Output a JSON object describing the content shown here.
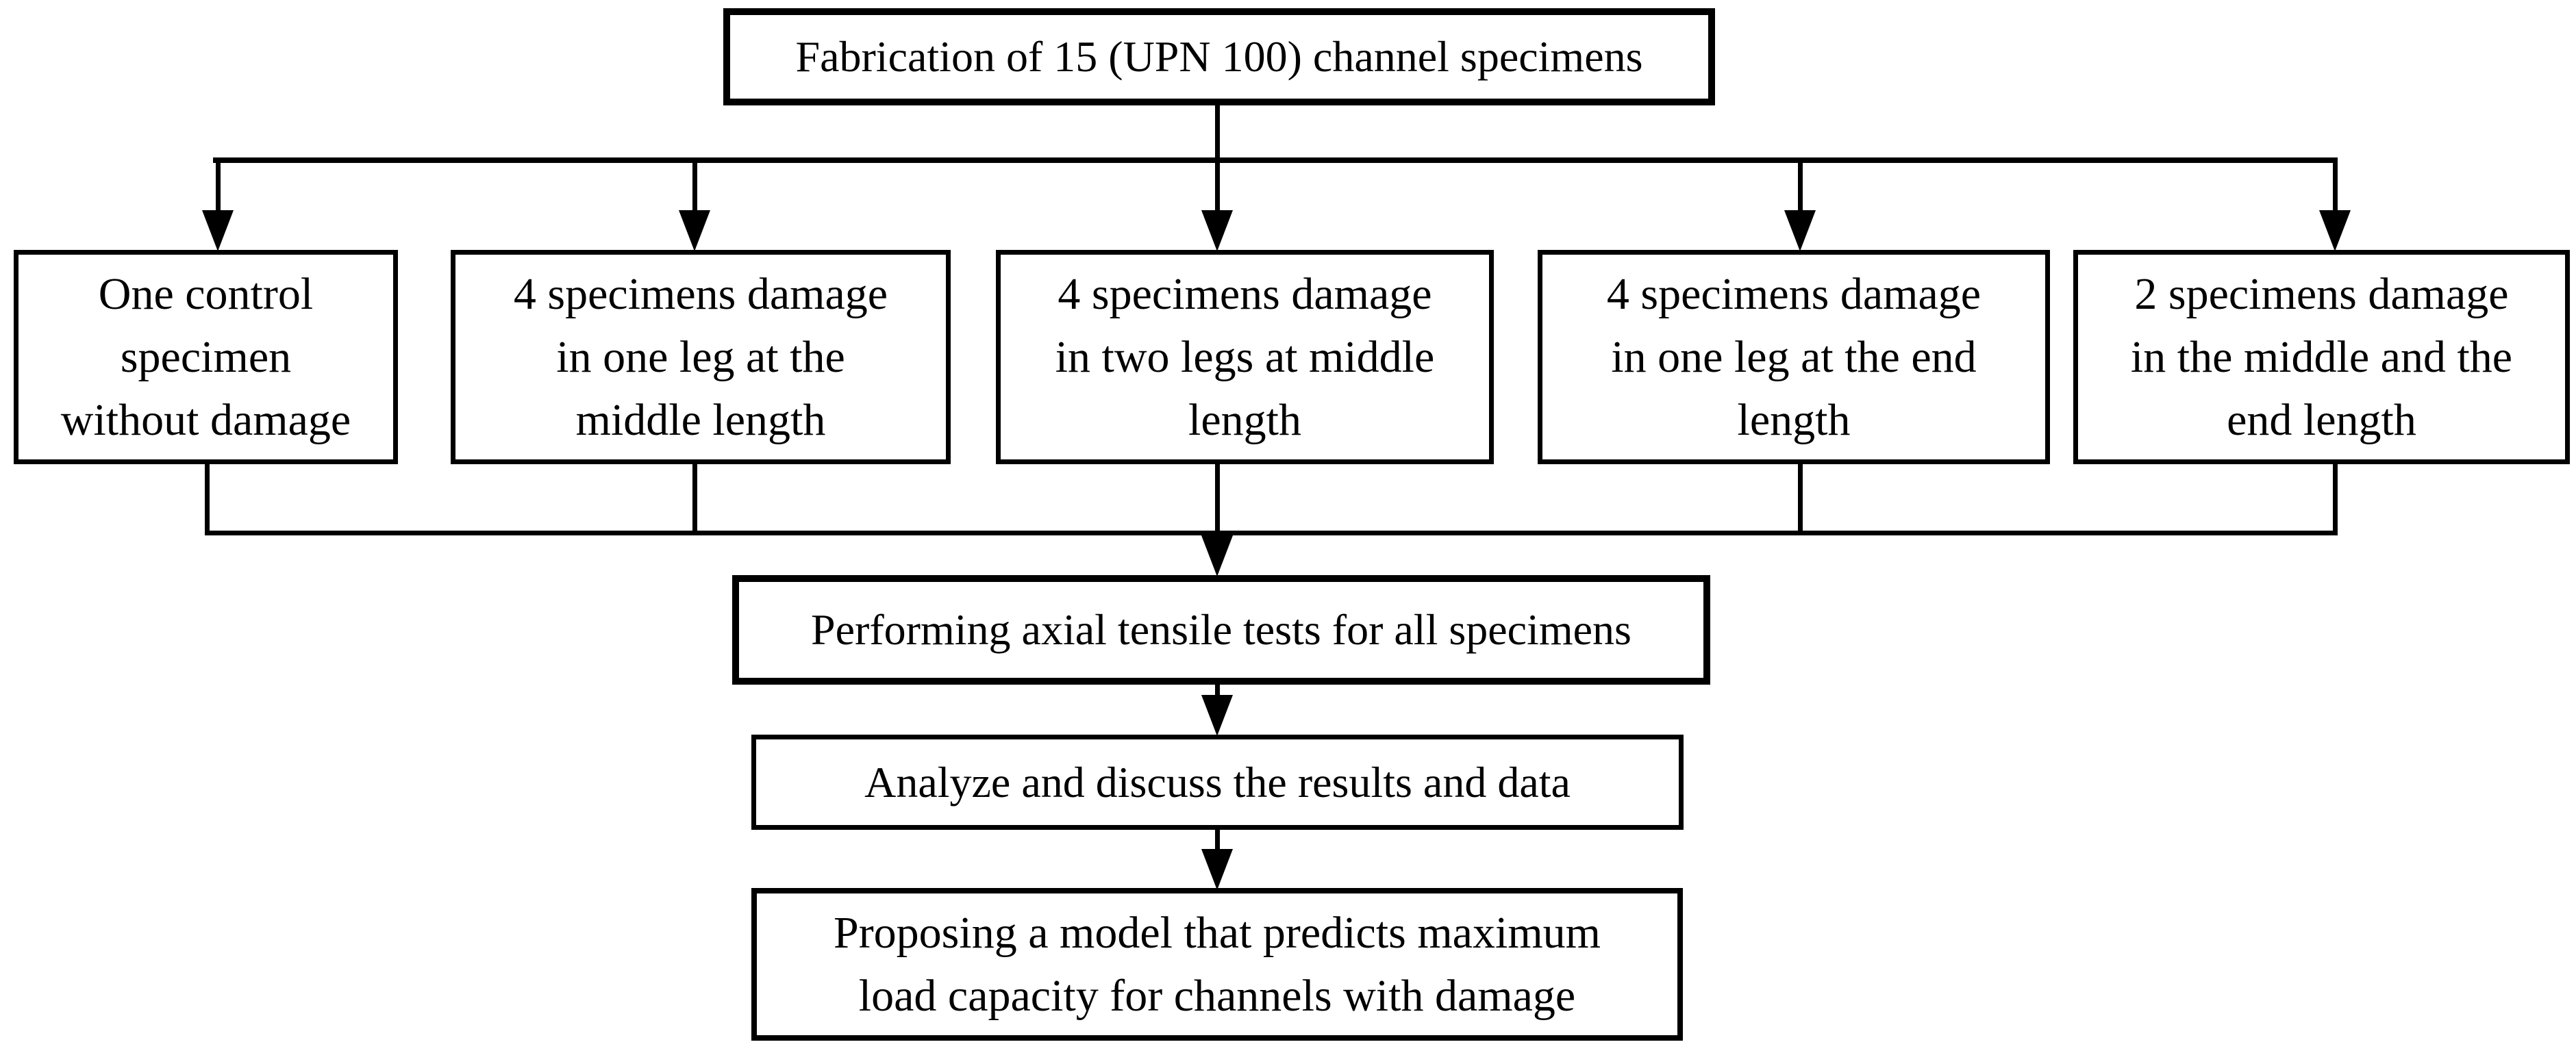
{
  "figure": {
    "type": "flowchart",
    "description": "Experimental program flowchart for damaged channel specimens",
    "colors": {
      "background": "#ffffff",
      "line": "#000000",
      "text": "#000000"
    }
  },
  "nodes": {
    "fabrication": {
      "lines": [
        "Fabrication of 15 (UPN 100) channel specimens"
      ]
    },
    "control": {
      "lines": [
        "One control",
        "specimen",
        "without damage"
      ]
    },
    "damage_one_leg_middle": {
      "lines": [
        "4 specimens damage",
        "in one leg at the",
        "middle length"
      ]
    },
    "damage_two_legs_middle": {
      "lines": [
        "4 specimens damage",
        "in two legs at middle",
        "length"
      ]
    },
    "damage_one_leg_end": {
      "lines": [
        "4 specimens damage",
        "in one leg at the end",
        "length"
      ]
    },
    "damage_middle_end": {
      "lines": [
        "2 specimens damage",
        "in the middle and the",
        "end length"
      ]
    },
    "performing_tests": {
      "lines": [
        "Performing axial tensile tests for all specimens"
      ]
    },
    "analyze_results": {
      "lines": [
        "Analyze and discuss the results and data"
      ]
    },
    "proposing_model": {
      "lines": [
        "Proposing a model that predicts maximum",
        "load capacity for channels with damage"
      ]
    }
  },
  "edges": [
    {
      "from": "fabrication",
      "to": "control"
    },
    {
      "from": "fabrication",
      "to": "damage_one_leg_middle"
    },
    {
      "from": "fabrication",
      "to": "damage_two_legs_middle"
    },
    {
      "from": "fabrication",
      "to": "damage_one_leg_end"
    },
    {
      "from": "fabrication",
      "to": "damage_middle_end"
    },
    {
      "from": "control",
      "to": "performing_tests"
    },
    {
      "from": "damage_one_leg_middle",
      "to": "performing_tests"
    },
    {
      "from": "damage_two_legs_middle",
      "to": "performing_tests"
    },
    {
      "from": "damage_one_leg_end",
      "to": "performing_tests"
    },
    {
      "from": "damage_middle_end",
      "to": "performing_tests"
    },
    {
      "from": "performing_tests",
      "to": "analyze_results"
    },
    {
      "from": "analyze_results",
      "to": "proposing_model"
    }
  ]
}
